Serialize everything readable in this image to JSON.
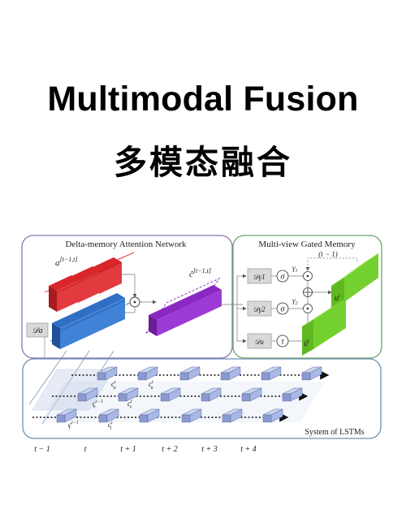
{
  "title": "Multimodal Fusion",
  "subtitle": "多模态融合",
  "diagram": {
    "dman": {
      "label": "Delta-memory Attention Network",
      "a_label": "a^[t-1,t]",
      "chat_label": "ĉ^[t-1,t]",
      "Da": "𝒟a",
      "odot": "⊙"
    },
    "mvgm": {
      "label": "Multi-view Gated Memory",
      "t_minus_1": "(t − 1)",
      "Dgamma1": "𝒟γ1",
      "Dgamma2": "𝒟γ2",
      "Du": "𝒟u",
      "sigma": "σ",
      "tau": "τ",
      "gamma1": "γ1",
      "gamma2": "γ2",
      "u_t": "u^t",
      "uhat_t": "û^t"
    },
    "lstm": {
      "label": "System of LSTMs",
      "cell_labels": [
        "c_a^{t-1}",
        "c_a^t",
        "c_v^{t-1}",
        "c_v^t",
        "c_l^{t-1}",
        "c_l^t"
      ],
      "time_labels": [
        "t − 1",
        "t",
        "t + 1",
        "t + 2",
        "t + 3",
        "t + 4"
      ]
    },
    "colors": {
      "red": "#d9262b",
      "blue": "#2f6fc4",
      "purple": "#8a28c2",
      "green": "#6ecf2a",
      "cell": "#a9b8e6",
      "purple_frame": "#8a73b0",
      "green_frame": "#66a86b",
      "blue_frame": "#6f8fb0"
    }
  }
}
